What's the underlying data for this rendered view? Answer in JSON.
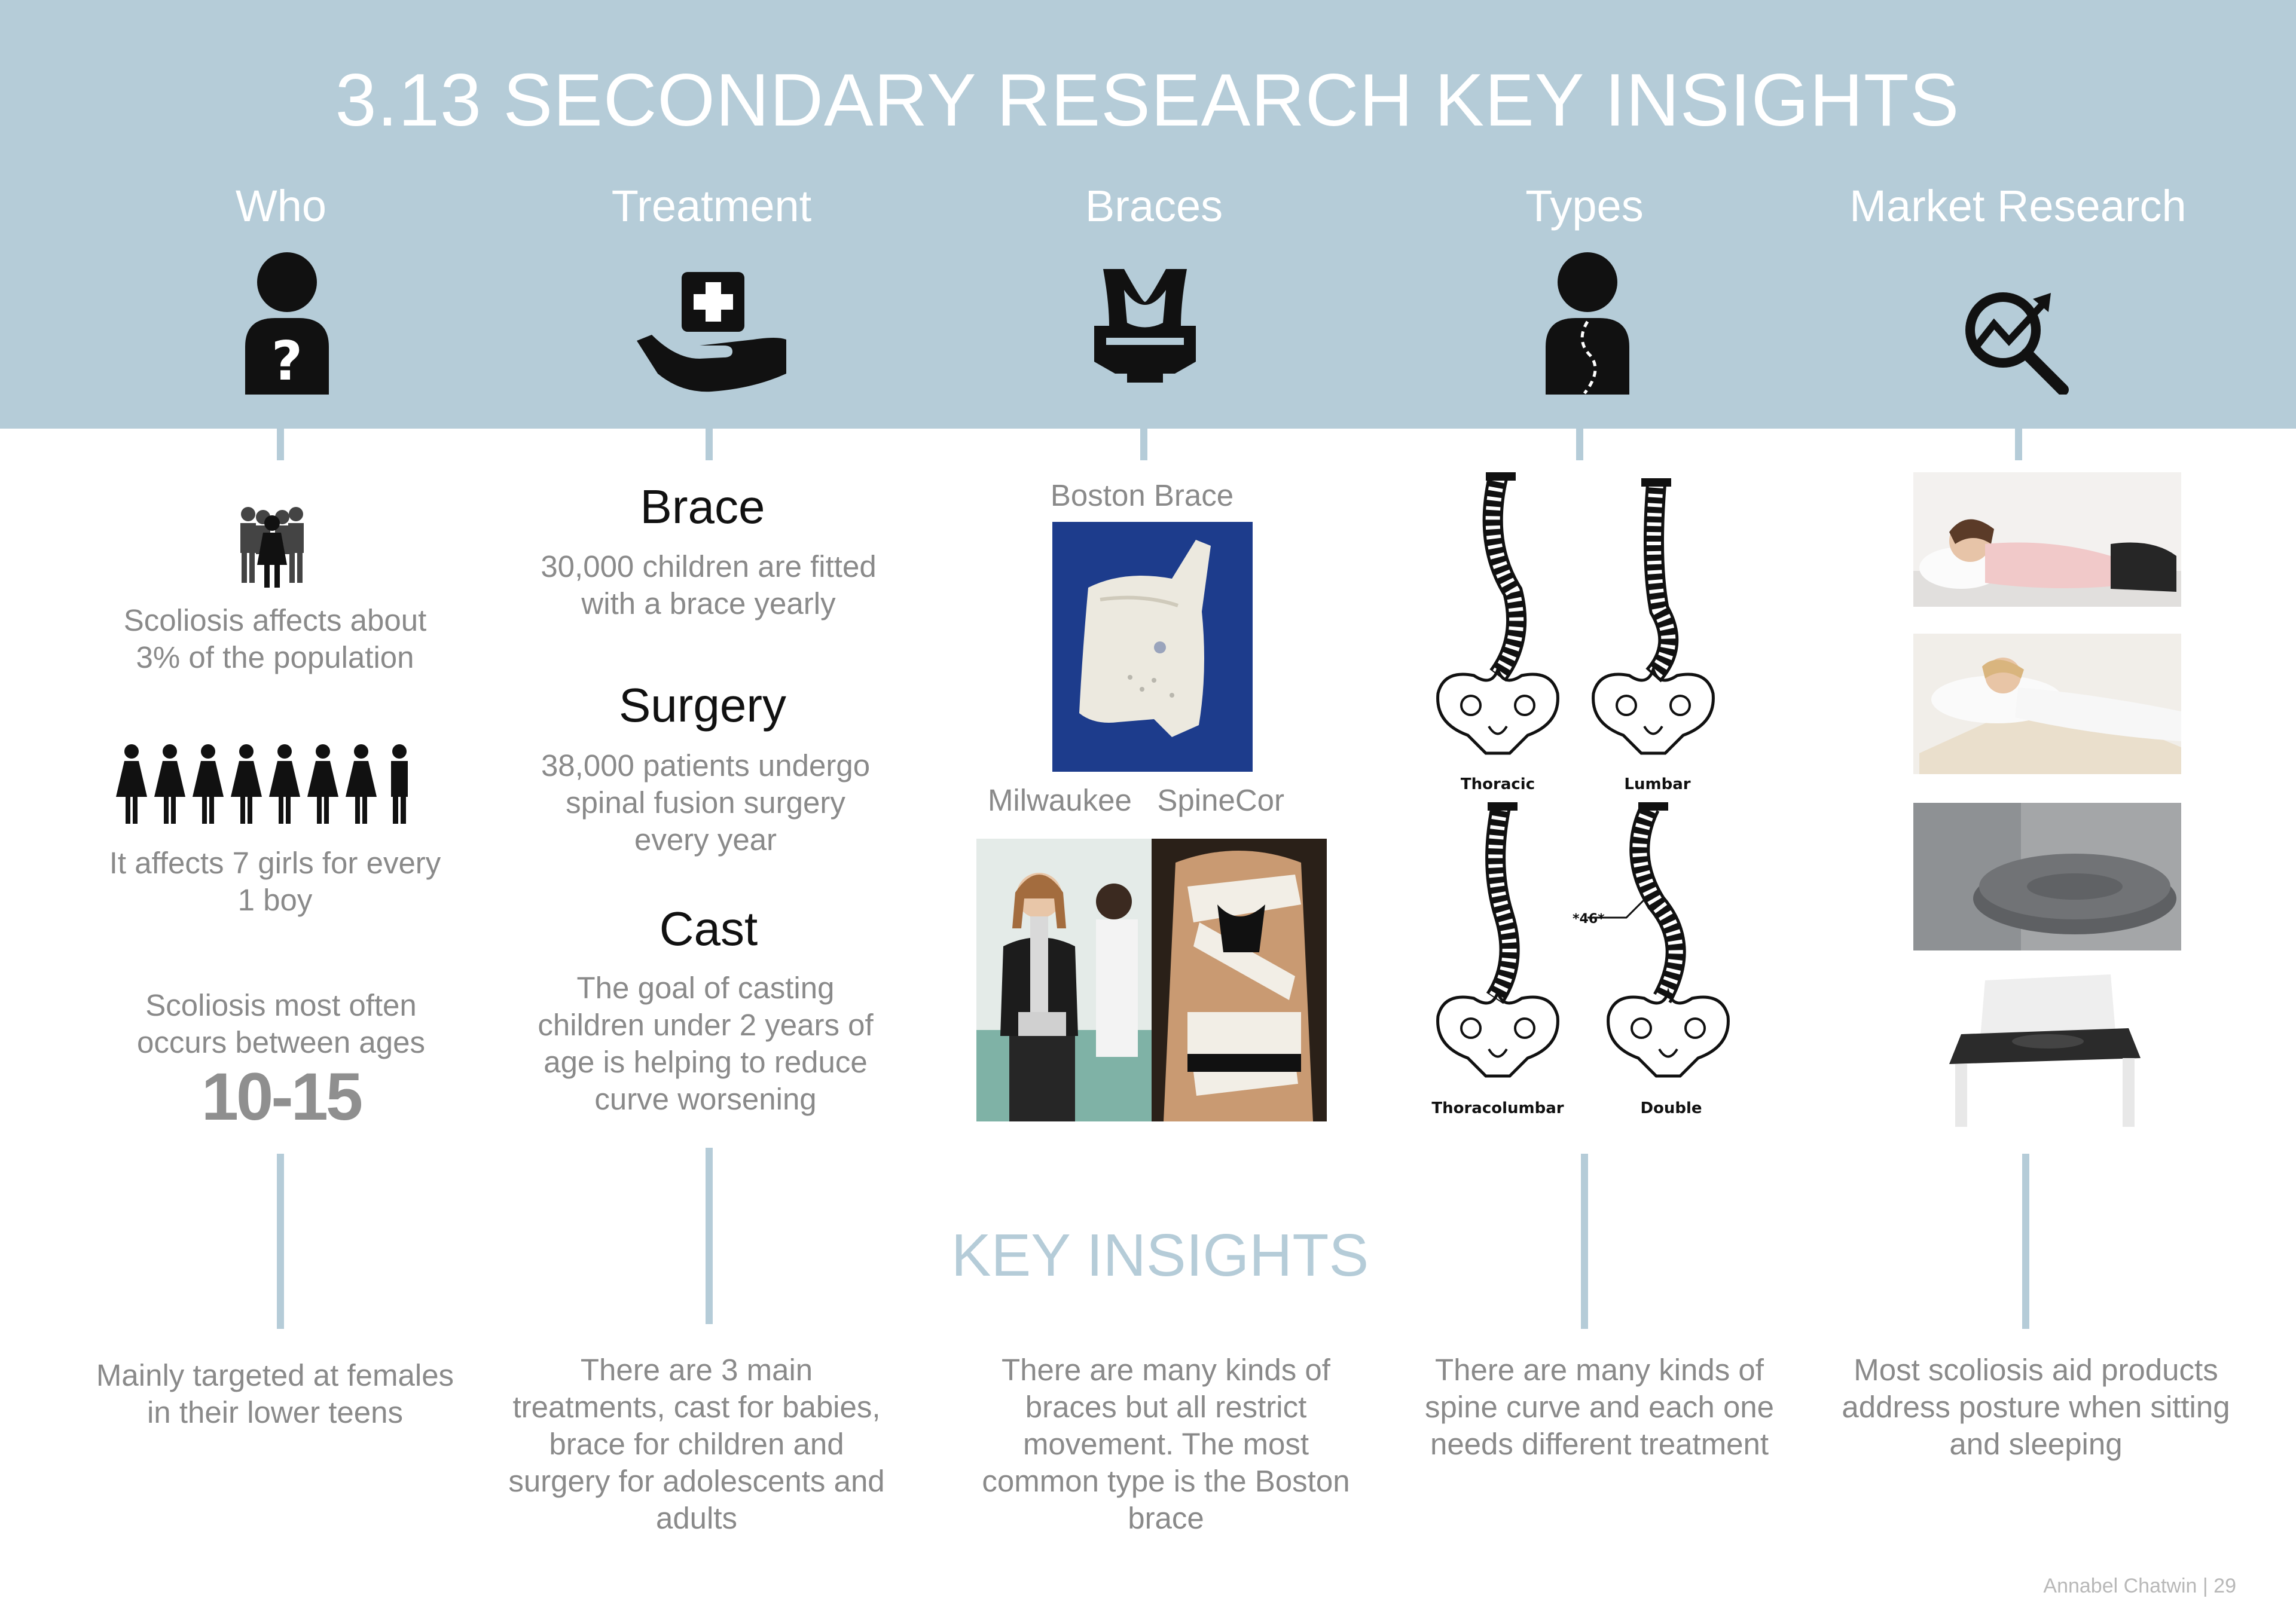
{
  "title": "3.13 SECONDARY RESEARCH KEY INSIGHTS",
  "columns": [
    {
      "heading": "Who",
      "icon": "person-question-icon"
    },
    {
      "heading": "Treatment",
      "icon": "hand-medical-icon"
    },
    {
      "heading": "Braces",
      "icon": "brace-icon"
    },
    {
      "heading": "Types",
      "icon": "person-spine-icon"
    },
    {
      "heading": "Market Research",
      "icon": "magnifier-chart-icon"
    }
  ],
  "who": {
    "fact1": "Scoliosis affects about 3% of the population",
    "fact2": "It affects 7 girls for every 1 boy",
    "fact3": "Scoliosis most often occurs between ages",
    "age_range": "10-15"
  },
  "treatment": {
    "brace_title": "Brace",
    "brace_text": "30,000 children are fitted with a brace yearly",
    "surgery_title": "Surgery",
    "surgery_text": "38,000 patients undergo spinal fusion surgery every year",
    "cast_title": "Cast",
    "cast_text": "The goal of casting children under 2 years of age is helping to reduce curve worsening"
  },
  "braces": {
    "boston": "Boston Brace",
    "milwaukee": "Milwaukee",
    "spinecor": "SpineCor"
  },
  "types": {
    "labels": [
      "Thoracic",
      "Lumbar",
      "Thoracolumbar",
      "Double"
    ],
    "angle": "*46*"
  },
  "key_insights": "KEY INSIGHTS",
  "insights": [
    "Mainly targeted at females in their lower teens",
    "There are 3 main treatments, cast for babies, brace for children and surgery for adolescents and adults",
    "There are many kinds of braces but all restrict movement. The most common type is the Boston brace",
    "There are many kinds of spine curve and each one needs different treatment",
    "Most scoliosis aid products address posture when sitting and sleeping"
  ],
  "footer": "Annabel Chatwin | 29",
  "colors": {
    "banner": "#b5ccd8",
    "text_grey": "#8a8a8a",
    "accent": "#b5ccd8"
  }
}
